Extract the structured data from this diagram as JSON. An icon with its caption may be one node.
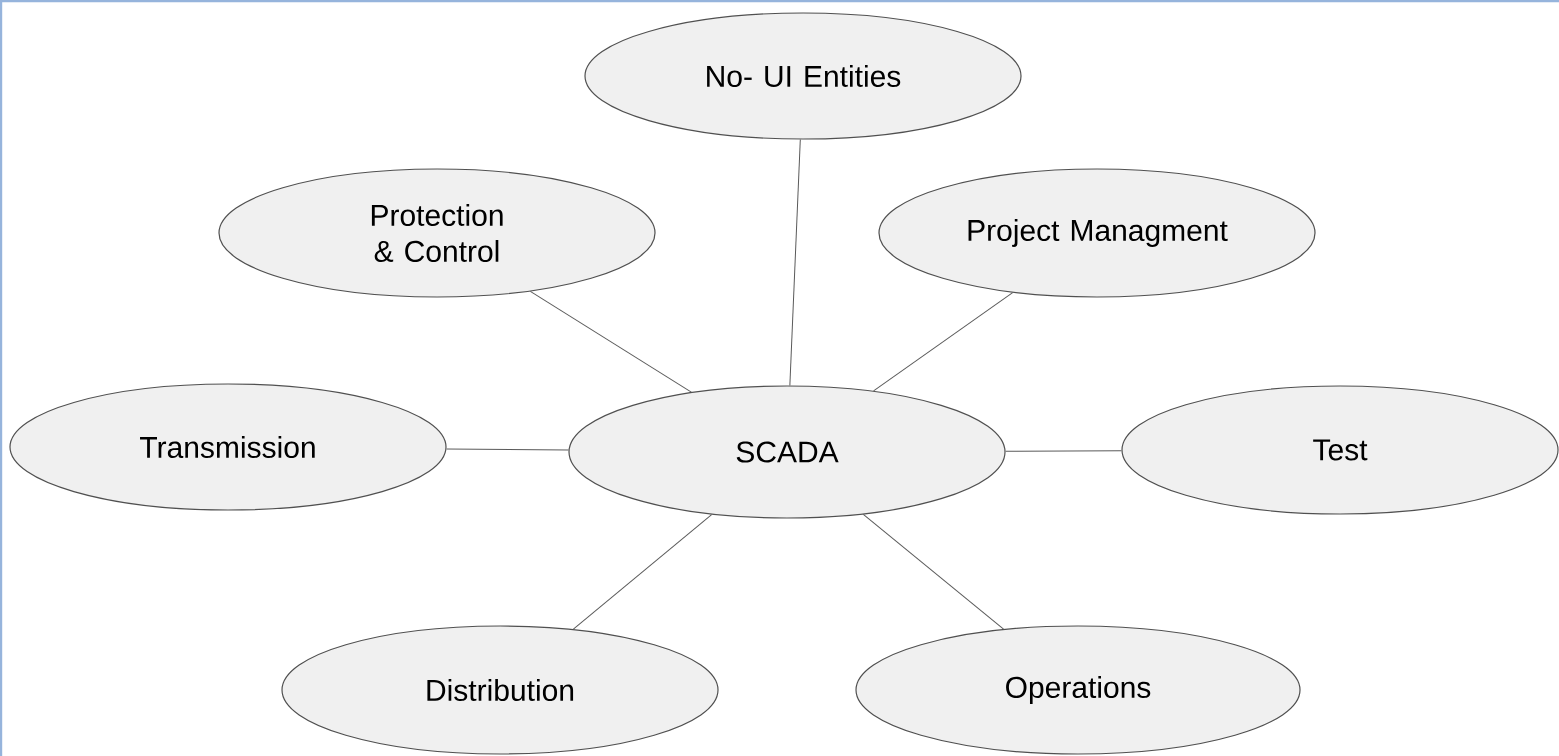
{
  "diagram": {
    "nodes": [
      {
        "text": [
          "No- UI Entities"
        ]
      },
      {
        "text": [
          "Protection & Control"
        ]
      },
      {
        "text": [
          "Project Managment"
        ]
      },
      {
        "text": [
          "Transmission"
        ]
      },
      {
        "text": [
          "SCADA"
        ]
      },
      {
        "text": [
          "Test"
        ]
      },
      {
        "text": [
          "Distribution"
        ]
      },
      {
        "text": [
          "Operations"
        ]
      }
    ],
    "edges": [
      {
        "from": 4,
        "to": 0,
        "arrow": "none"
      },
      {
        "from": 4,
        "to": 1,
        "arrow": "none"
      },
      {
        "from": 4,
        "to": 2,
        "arrow": "none"
      },
      {
        "from": 4,
        "to": 3,
        "arrow": "none"
      },
      {
        "from": 4,
        "to": 5,
        "arrow": "none"
      },
      {
        "from": 4,
        "to": 6,
        "arrow": "none"
      },
      {
        "from": 4,
        "to": 7,
        "arrow": "none"
      }
    ]
  }
}
